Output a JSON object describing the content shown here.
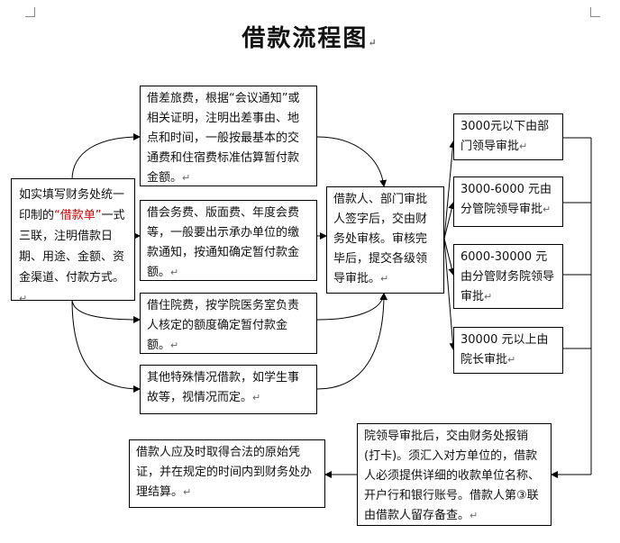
{
  "title": "借款流程图",
  "paragraph_mark": "↵",
  "nodes": {
    "start": {
      "text_before": "如实填写财务处统一印制的",
      "highlight": "“借款单”",
      "text_after": "一式三联，注明借款日期、用途、金额、资金渠道、付款方式。"
    },
    "travel": "借差旅费，根据“会议通知”或相关证明，注明出差事由、地点和时间，一般按最基本的交通费和住宿费标准估算暂付款金额。",
    "meeting": "借会务费、版面费、年度会费等，一般要出示承办单位的缴款通知，按通知确定暂付款金额。",
    "hospital": "借住院费，按学院医务室负责人核定的额度确定暂付款金额。",
    "special": "其他特殊情况借款，如学生事故等，视情况而定。",
    "review": "借款人、部门审批人签字后，交由财务处审核。审核完毕后，提交各级领导审批。",
    "approval_1": "3000元以下由部门领导审批",
    "approval_2": "3000-6000 元由分管院领导审批",
    "approval_3": "6000-30000 元由分管财务院领导审批",
    "approval_4": "30000 元以上由院长审批",
    "payout": "院领导审批后，交由财务处报销(打卡)。须汇入对方单位的，借款人必须提供详细的收款单位名称、开户行和银行账号。借款人第③联由借款人留存备查。",
    "settle": "借款人应及时取得合法的原始凭证，并在规定的时间内到财务处办理结算。"
  }
}
